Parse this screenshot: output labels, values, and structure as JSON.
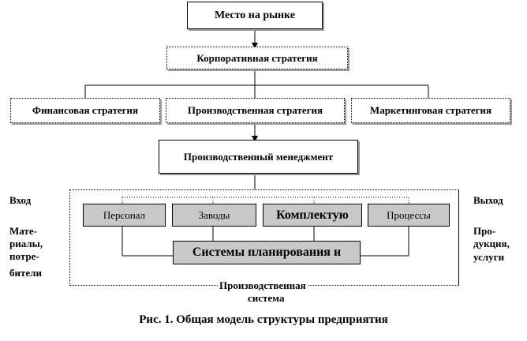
{
  "diagram": {
    "top": "Место на рынке",
    "corporate": "Корпоративная стратегия",
    "financial": "Финансовая стратегия",
    "production": "Производственная стратегия",
    "marketing": "Маркетинговая стратегия",
    "management": "Производственный менеджмент",
    "personnel": "Персонал",
    "plants": "Заводы",
    "components": "Комплектую",
    "processes": "Процессы",
    "planning": "Системы планирования и",
    "system_label_line1": "Производственная",
    "system_label_line2": "система",
    "input_title": "Вход",
    "input_lines": [
      "Мате-",
      "риалы,",
      "потре-",
      "бители"
    ],
    "output_title": "Выход",
    "output_lines": [
      "Про-",
      "дукция,",
      "услуги"
    ]
  },
  "caption": "Рис. 1. Общая модель структуры предприятия"
}
